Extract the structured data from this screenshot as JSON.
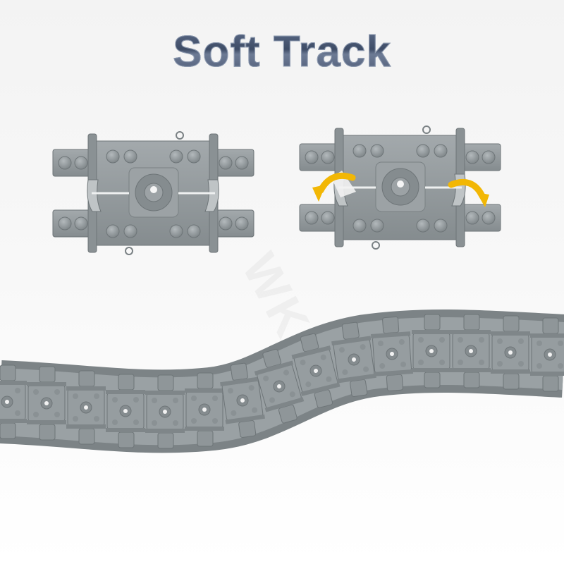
{
  "title": "Soft Track",
  "watermark": "WK",
  "colors": {
    "track_grey": "#8f9699",
    "track_dark": "#6f7679",
    "track_light": "#aab0b3",
    "arrow_yellow": "#f2b705"
  },
  "pieces": [
    {
      "name": "track-piece-straight",
      "arrows": false
    },
    {
      "name": "track-piece-flexed",
      "arrows": true
    }
  ]
}
